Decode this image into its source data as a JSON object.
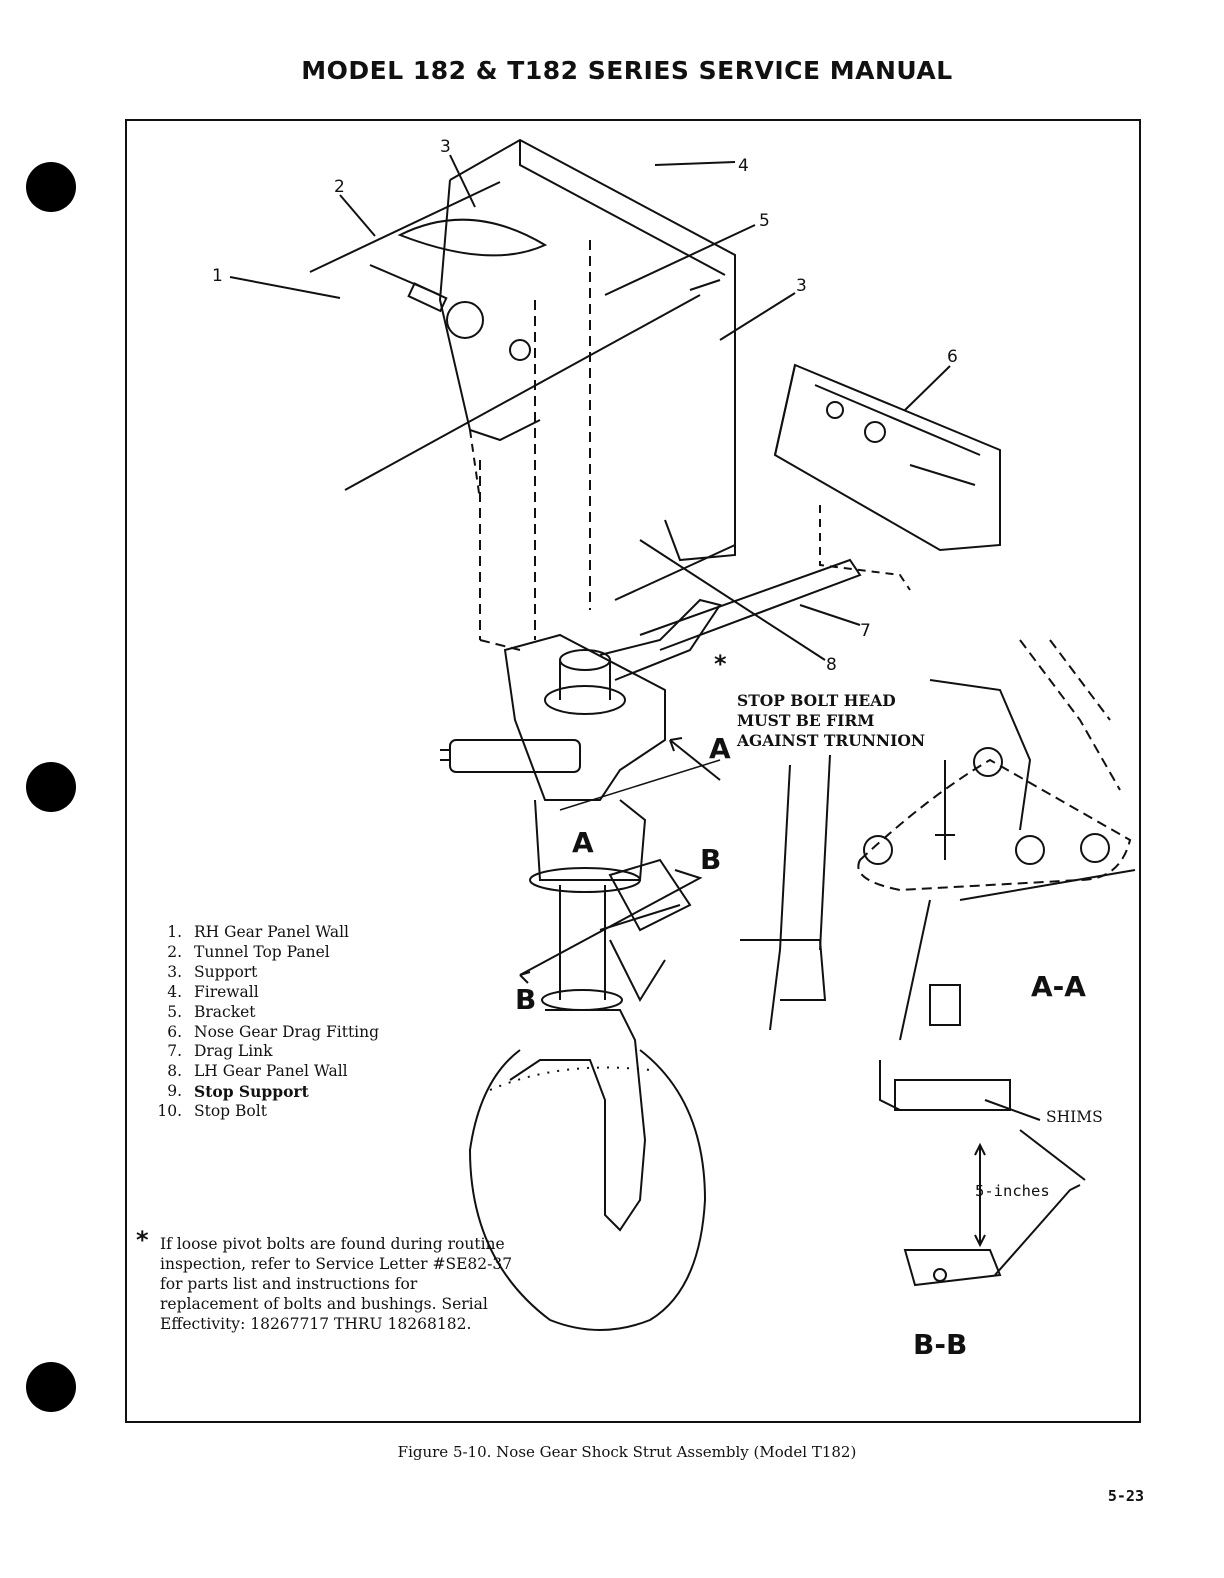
{
  "header": {
    "title": "MODEL 182 & T182 SERIES SERVICE MANUAL"
  },
  "callouts": [
    "1",
    "2",
    "3",
    "3",
    "4",
    "5",
    "6",
    "7",
    "8"
  ],
  "section_marks": {
    "a_upper": "A",
    "a_lower": "A",
    "b_right": "B",
    "b_left": "B",
    "aa": "A-A",
    "bb": "B-B"
  },
  "notes": {
    "stop_bolt": [
      "STOP BOLT HEAD",
      "MUST BE FIRM",
      "AGAINST TRUNNION"
    ],
    "shims": "SHIMS",
    "dimension": "5-inches"
  },
  "parts_list": [
    {
      "num": "1.",
      "label": "RH Gear Panel Wall"
    },
    {
      "num": "2.",
      "label": "Tunnel Top Panel"
    },
    {
      "num": "3.",
      "label": "Support"
    },
    {
      "num": "4.",
      "label": "Firewall"
    },
    {
      "num": "5.",
      "label": "Bracket"
    },
    {
      "num": "6.",
      "label": "Nose Gear Drag Fitting"
    },
    {
      "num": "7.",
      "label": "Drag Link"
    },
    {
      "num": "8.",
      "label": "LH Gear Panel Wall"
    },
    {
      "num": "9.",
      "label": "Stop Support"
    },
    {
      "num": "10.",
      "label": "Stop Bolt"
    }
  ],
  "footnote": {
    "marker": "*",
    "text": "If loose pivot bolts are found during routine inspection, refer to Service Letter #SE82-37 for parts list and instructions for replacement of bolts and bushings. Serial Effectivity: 18267717 THRU 18268182."
  },
  "caption": "Figure 5-10. Nose Gear Shock Strut Assembly (Model T182)",
  "page_number": "5-23"
}
